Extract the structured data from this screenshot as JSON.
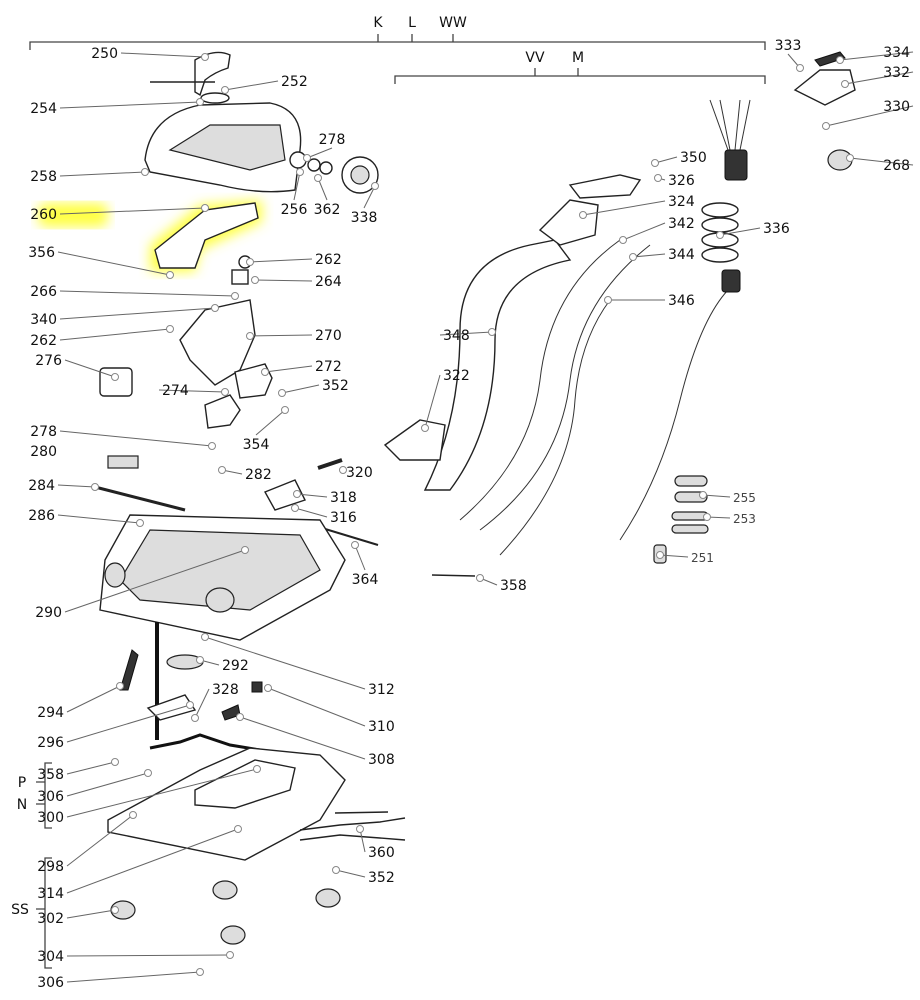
{
  "groups": {
    "top": [
      "K",
      "L",
      "WW"
    ],
    "top2": [
      "VV",
      "M"
    ],
    "left": [
      "P",
      "N",
      "SS"
    ]
  },
  "highlight_color": "#ffff44",
  "highlighted_part": "260",
  "labels": [
    "250",
    "252",
    "254",
    "258",
    "260",
    "356",
    "266",
    "340",
    "262",
    "262",
    "264",
    "270",
    "276",
    "272",
    "274",
    "352",
    "354",
    "278",
    "280",
    "282",
    "284",
    "286",
    "320",
    "318",
    "316",
    "364",
    "290",
    "292",
    "312",
    "328",
    "310",
    "294",
    "296",
    "308",
    "358",
    "306",
    "300",
    "298",
    "360",
    "314",
    "352",
    "302",
    "304",
    "306",
    "333",
    "334",
    "332",
    "330",
    "268",
    "350",
    "326",
    "324",
    "342",
    "336",
    "344",
    "346",
    "348",
    "322",
    "255",
    "253",
    "251",
    "358",
    "338",
    "278",
    "256",
    "362"
  ]
}
